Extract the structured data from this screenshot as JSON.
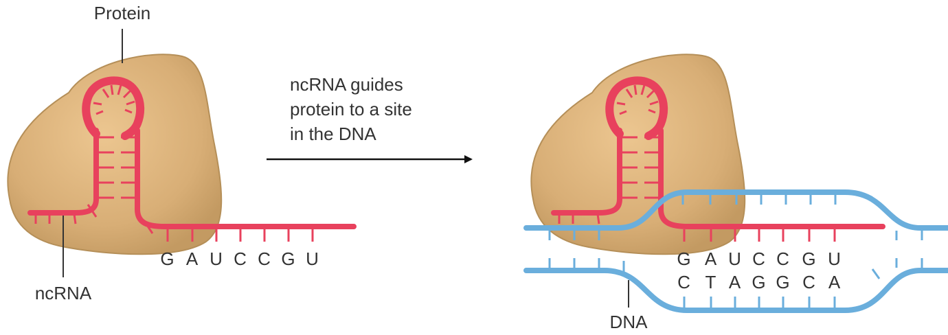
{
  "labels": {
    "protein": "Protein",
    "ncrna": "ncRNA",
    "dna": "DNA"
  },
  "caption": {
    "line1": "ncRNA guides",
    "line2": "protein to a site",
    "line3": "in the DNA"
  },
  "rna_sequence": [
    "G",
    "A",
    "U",
    "C",
    "C",
    "G",
    "U"
  ],
  "dna_complement": [
    "C",
    "T",
    "A",
    "G",
    "G",
    "C",
    "A"
  ],
  "colors": {
    "protein": "#d9b178",
    "protein_outline": "#b58f58",
    "rna": "#e8415d",
    "rna_light": "#f7a6b3",
    "dna": "#6aaedc",
    "dna_light": "#bfe0f4",
    "arrow": "#111111"
  }
}
